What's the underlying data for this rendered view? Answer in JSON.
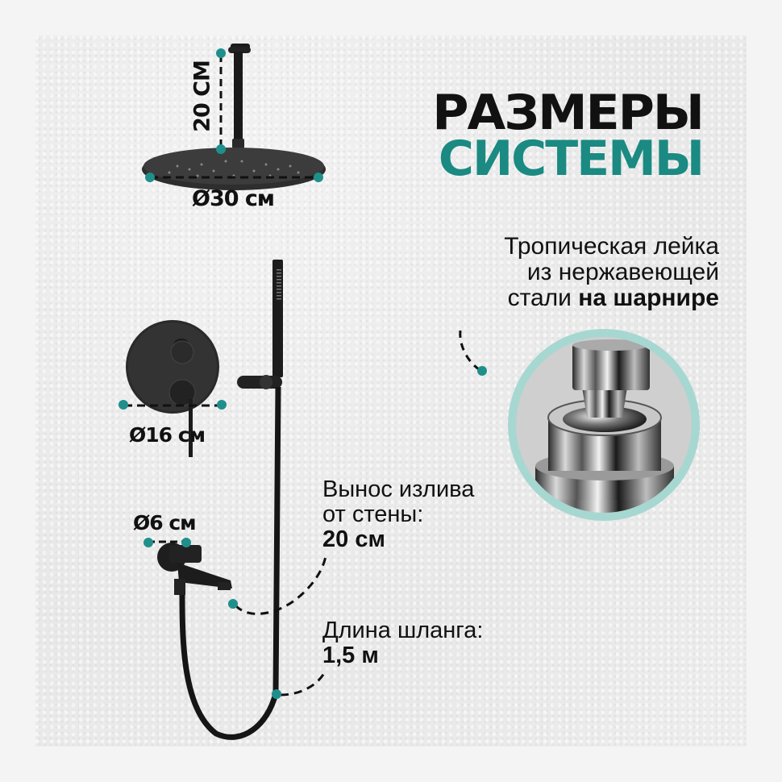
{
  "header": {
    "title_line1": "РАЗМЕРЫ",
    "title_line2": "СИСТЕМЫ"
  },
  "colors": {
    "accent_teal": "#1a8a82",
    "marker_teal": "#1f8f8c",
    "ring_teal_light": "#a7d7d1",
    "text_dark": "#111111",
    "page_bg": "#f4f4f4",
    "card_bg": "#ececec"
  },
  "description": {
    "line1": "Тропическая лейка",
    "line2": "из нержавеющей",
    "line3_regular": "стали ",
    "line3_bold": "на шарнире"
  },
  "dimensions": {
    "arm_length": "20 СМ",
    "head_diameter": "Ø30 см",
    "mixer_diameter": "Ø16 см",
    "spout_diameter": "Ø6 см"
  },
  "spout_reach": {
    "line1": "Вынос излива",
    "line2": "от стены:",
    "value": "20 см"
  },
  "hose_length": {
    "line1": "Длина шланга:",
    "value": "1,5 м"
  },
  "icons": {
    "overhead_shower": "rain-shower-head",
    "mixer": "thermostatic-mixer",
    "hand_shower": "hand-shower",
    "spout": "bath-spout",
    "hose": "shower-hose",
    "swivel_joint": "swivel-ball-joint-photo"
  }
}
